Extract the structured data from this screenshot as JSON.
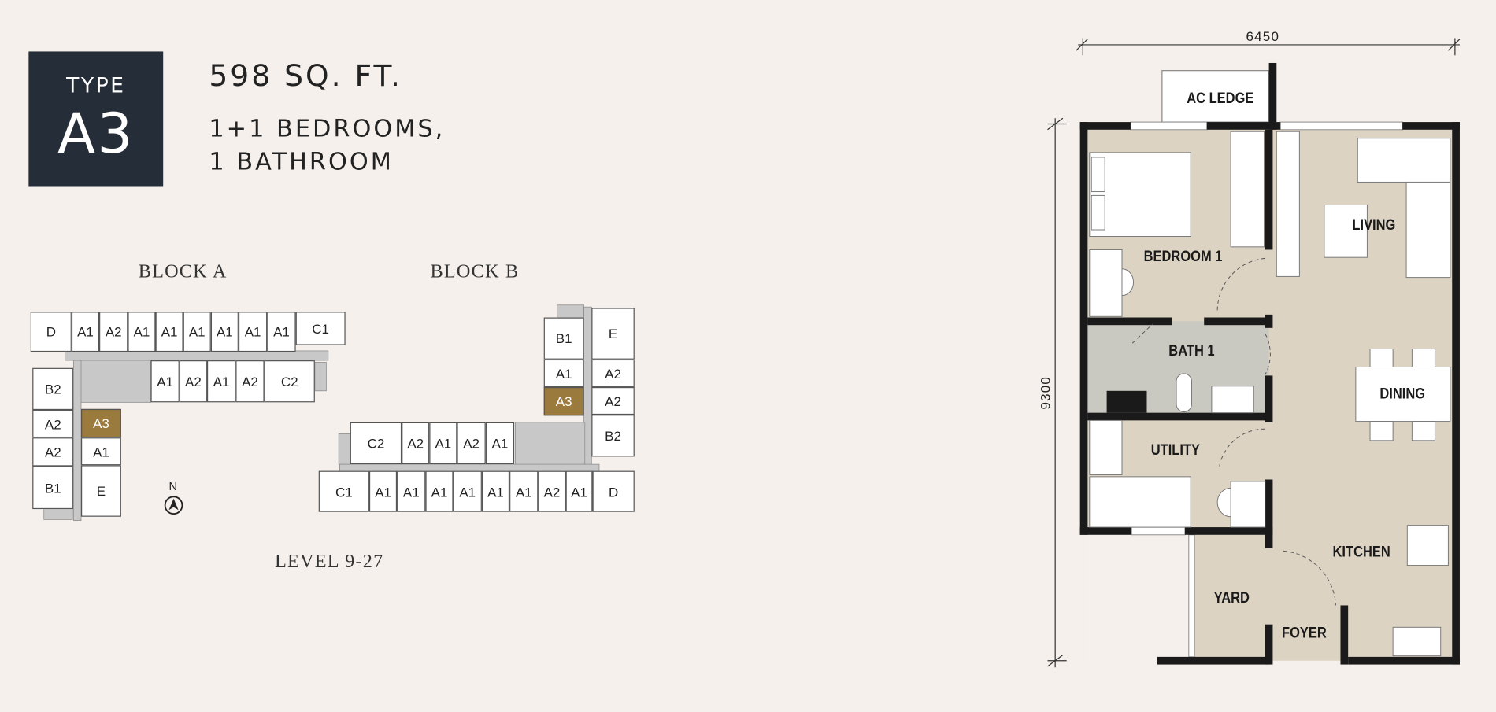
{
  "header": {
    "type_label": "TYPE",
    "type_code": "A3",
    "area": "598 SQ. FT.",
    "rooms_line1": "1+1 BEDROOMS,",
    "rooms_line2": "1 BATHROOM"
  },
  "key_plan": {
    "block_a_title": "BLOCK A",
    "block_b_title": "BLOCK B",
    "level": "LEVEL 9-27",
    "north": "N",
    "highlight_color": "#9b7a3e",
    "block_a_units": [
      "D",
      "A1",
      "A2",
      "A1",
      "A1",
      "A1",
      "A1",
      "A1",
      "A1",
      "C1",
      "A1",
      "A2",
      "A1",
      "A2",
      "C2",
      "B2",
      "A2",
      "A2",
      "B1",
      "A3",
      "A1",
      "E"
    ],
    "block_b_units": [
      "B1",
      "A1",
      "A3",
      "E",
      "A2",
      "A2",
      "B2",
      "C2",
      "A2",
      "A1",
      "A2",
      "A1",
      "C1",
      "A1",
      "A1",
      "A1",
      "A1",
      "A1",
      "A1",
      "A2",
      "A1",
      "D"
    ],
    "highlighted_unit": "A3"
  },
  "floor_plan": {
    "width_dim": "6450",
    "depth_dim": "9300",
    "rooms": {
      "ac_ledge": "AC LEDGE",
      "bedroom": "BEDROOM 1",
      "living": "LIVING",
      "bath": "BATH 1",
      "dining": "DINING",
      "utility": "UTILITY",
      "kitchen": "KITCHEN",
      "yard": "YARD",
      "foyer": "FOYER"
    },
    "colors": {
      "floor": "#ddd3c3",
      "bath": "#c9c8c1",
      "wall": "#1a1a1a"
    }
  }
}
